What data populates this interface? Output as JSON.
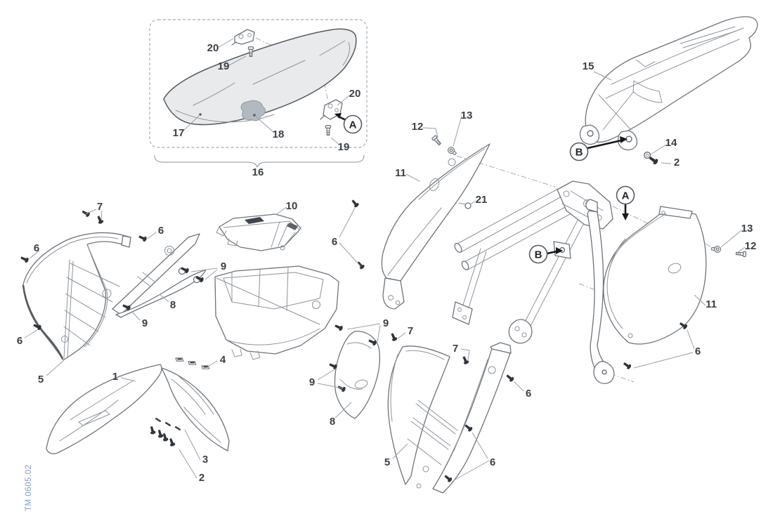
{
  "page": {
    "footer_code": "TM 0605.02"
  },
  "colors": {
    "label_ink": "#3a4047",
    "footer_blue": "#7b9bd2",
    "line_gray": "#9aa0a6",
    "part_gray": "#6e747b",
    "fastener_dark": "#2f343a"
  },
  "callouts": [
    {
      "part": "seat-bracket-left",
      "text": "20"
    },
    {
      "part": "seat-bolt-left",
      "text": "19"
    },
    {
      "part": "seat",
      "text": "17"
    },
    {
      "part": "seat-pad",
      "text": "18"
    },
    {
      "part": "seat-bracket-right",
      "text": "20"
    },
    {
      "part": "seat-bolt-right",
      "text": "19"
    },
    {
      "part": "seat-assembly",
      "text": "16"
    },
    {
      "part": "rear-fender",
      "text": "15"
    },
    {
      "part": "washer",
      "text": "14"
    },
    {
      "part": "rear-fender-screw",
      "text": "2"
    },
    {
      "part": "shroud-screws-top",
      "text": "7"
    },
    {
      "part": "shroud-screw-upper-right",
      "text": "6"
    },
    {
      "part": "shroud-screw-left",
      "text": "6"
    },
    {
      "part": "inner-bracket-screws",
      "text": "9"
    },
    {
      "part": "inner-bracket-left",
      "text": "8"
    },
    {
      "part": "strip-screw",
      "text": "9"
    },
    {
      "part": "shroud-screw-lower-left",
      "text": "6"
    },
    {
      "part": "left-shroud",
      "text": "5"
    },
    {
      "part": "airbox-cover",
      "text": "10"
    },
    {
      "part": "plate-screws-center",
      "text": "6"
    },
    {
      "part": "plate-bolt-left",
      "text": "12"
    },
    {
      "part": "plate-nut-left",
      "text": "13"
    },
    {
      "part": "left-number-plate",
      "text": "11"
    },
    {
      "part": "plate-screw",
      "text": "21"
    },
    {
      "part": "plate-nut-right",
      "text": "13"
    },
    {
      "part": "plate-bolt-right",
      "text": "12"
    },
    {
      "part": "right-number-plate",
      "text": "11"
    },
    {
      "part": "panel-screws-right",
      "text": "6"
    },
    {
      "part": "front-fender",
      "text": "1"
    },
    {
      "part": "fender-clips",
      "text": "4"
    },
    {
      "part": "fender-screws-short",
      "text": "3"
    },
    {
      "part": "fender-screws",
      "text": "2"
    },
    {
      "part": "inner-panel-screws-top",
      "text": "9"
    },
    {
      "part": "shroud-screw-top",
      "text": "7"
    },
    {
      "part": "inner-panel-screws-left",
      "text": "9"
    },
    {
      "part": "inner-bracket-bottom",
      "text": "8"
    },
    {
      "part": "shroud-arm-screw",
      "text": "7"
    },
    {
      "part": "shroud-arm-screw-mid",
      "text": "6"
    },
    {
      "part": "right-shroud",
      "text": "5"
    },
    {
      "part": "shroud-screws-bottom",
      "text": "6"
    }
  ],
  "markers": [
    {
      "id": "A-seat",
      "text": "A"
    },
    {
      "id": "B-rear-fender",
      "text": "B"
    },
    {
      "id": "B-subframe",
      "text": "B"
    },
    {
      "id": "A-side-panel",
      "text": "A"
    }
  ]
}
